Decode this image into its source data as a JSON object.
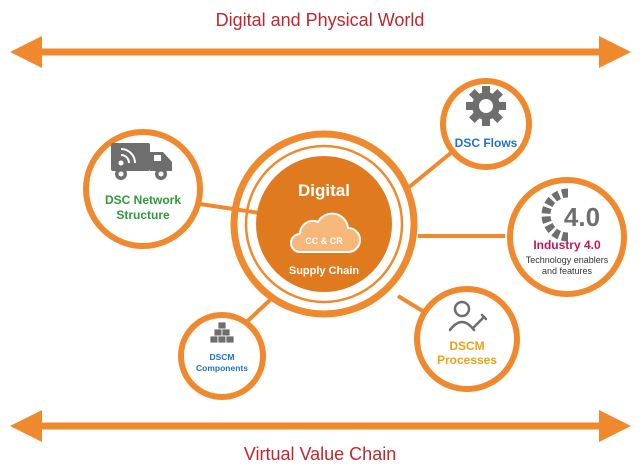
{
  "diagram": {
    "top_arrow_label": "Digital and Physical World",
    "bottom_arrow_label": "Virtual Value Chain",
    "center": {
      "title": "Digital",
      "cloud_label": "CC & CR",
      "subtitle": "Supply Chain"
    },
    "nodes": {
      "network": {
        "line1": "DSC Network",
        "line2": "Structure",
        "icon": "truck-icon"
      },
      "flows": {
        "label": "DSC Flows",
        "icon": "gear-icon"
      },
      "industry": {
        "icon_text": "4.0",
        "title": "Industry 4.0",
        "line1": "Technology enablers",
        "line2": "and features",
        "icon": "gear-4-icon"
      },
      "processes": {
        "line1": "DSCM",
        "line2": "Processes",
        "icon": "person-edit-icon"
      },
      "components": {
        "line1": "DSCM",
        "line2": "Components",
        "icon": "stacked-boxes-icon"
      }
    },
    "colors": {
      "orange": "#F0892E",
      "dark_orange": "#E07A1F",
      "title_red": "#C0272D",
      "green": "#2E9A3C",
      "blue": "#1F72C6",
      "magenta": "#C2185B",
      "gold": "#E8A317",
      "gray_icon": "#6E6E6E"
    }
  }
}
